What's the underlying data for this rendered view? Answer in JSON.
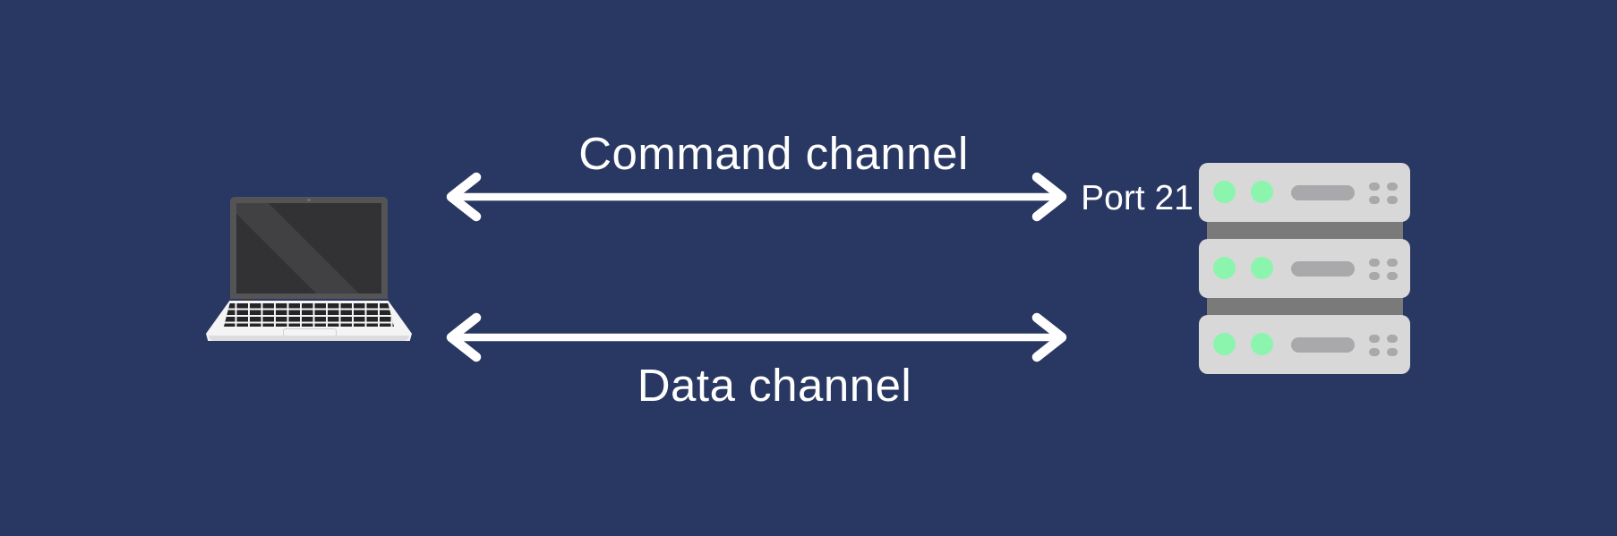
{
  "diagram": {
    "client": {
      "icon": "laptop-icon"
    },
    "server": {
      "icon": "server-stack-icon",
      "port_label": "Port 21",
      "unit_count": 3,
      "leds_per_unit": 2
    },
    "channels": [
      {
        "label": "Command channel",
        "direction": "bidirectional"
      },
      {
        "label": "Data channel",
        "direction": "bidirectional"
      }
    ]
  },
  "colors": {
    "background": "#293862",
    "text": "#ffffff",
    "arrow": "#ffffff",
    "server_body": "#d8d8d9",
    "server_connector": "#7a7a7a",
    "server_detail": "#a9a9ab",
    "led_green": "#8bf5ae",
    "laptop_lid": "#545457",
    "laptop_screen": "#323235",
    "laptop_base": "#f4f4f5",
    "laptop_keys": "#252528"
  }
}
